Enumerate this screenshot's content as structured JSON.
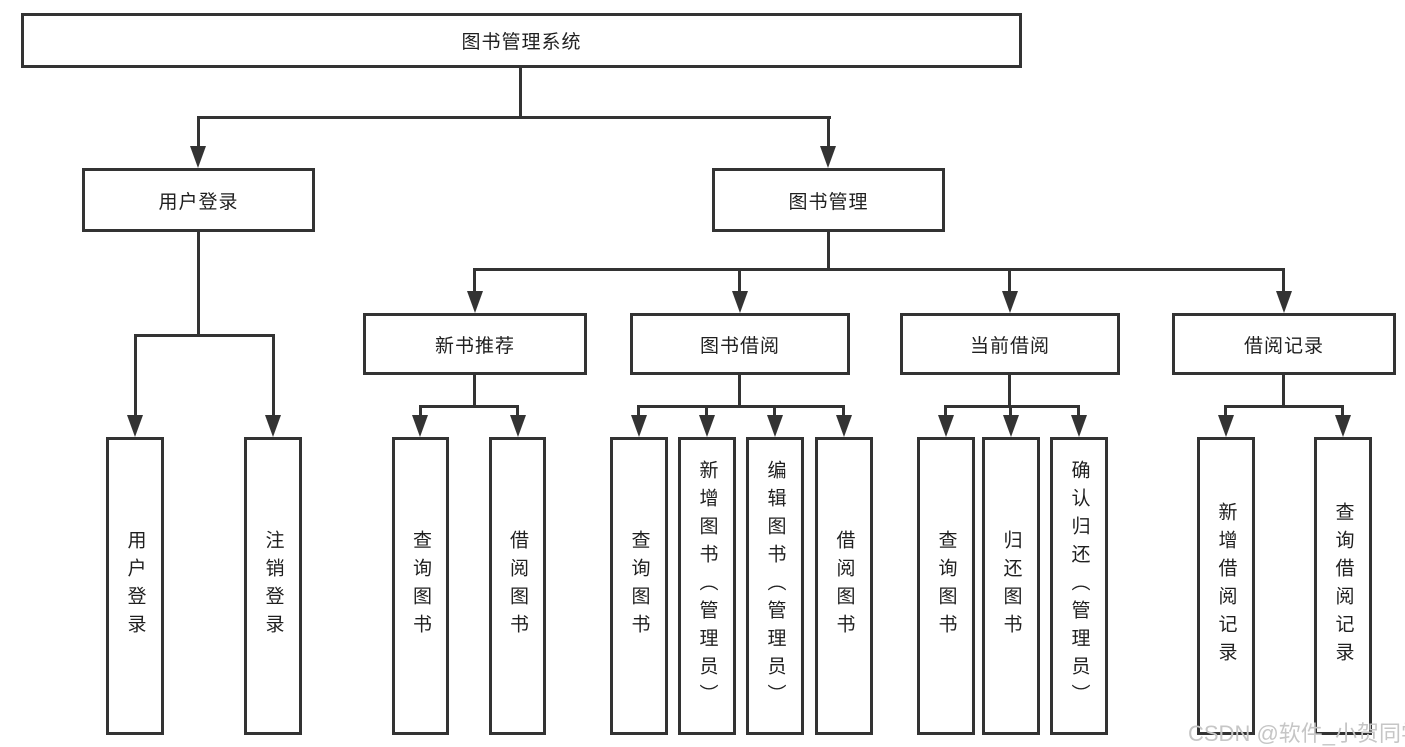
{
  "tree": {
    "label": "图书管理系统",
    "children": [
      {
        "label": "用户登录",
        "children": [
          {
            "label": "用户登录"
          },
          {
            "label": "注销登录"
          }
        ]
      },
      {
        "label": "图书管理",
        "children": [
          {
            "label": "新书推荐",
            "children": [
              {
                "label": "查询图书"
              },
              {
                "label": "借阅图书"
              }
            ]
          },
          {
            "label": "图书借阅",
            "children": [
              {
                "label": "查询图书"
              },
              {
                "label": "新增图书（管理员）"
              },
              {
                "label": "编辑图书（管理员）"
              },
              {
                "label": "借阅图书"
              }
            ]
          },
          {
            "label": "当前借阅",
            "children": [
              {
                "label": "查询图书"
              },
              {
                "label": "归还图书"
              },
              {
                "label": "确认归还（管理员）"
              }
            ]
          },
          {
            "label": "借阅记录",
            "children": [
              {
                "label": "新增借阅记录"
              },
              {
                "label": "查询借阅记录"
              }
            ]
          }
        ]
      }
    ]
  },
  "watermark": "CSDN @软件_小贺同学",
  "colors": {
    "line": "#333333",
    "text": "#1f1f1f",
    "watermark": "#c6c6c6",
    "background": "#ffffff"
  }
}
